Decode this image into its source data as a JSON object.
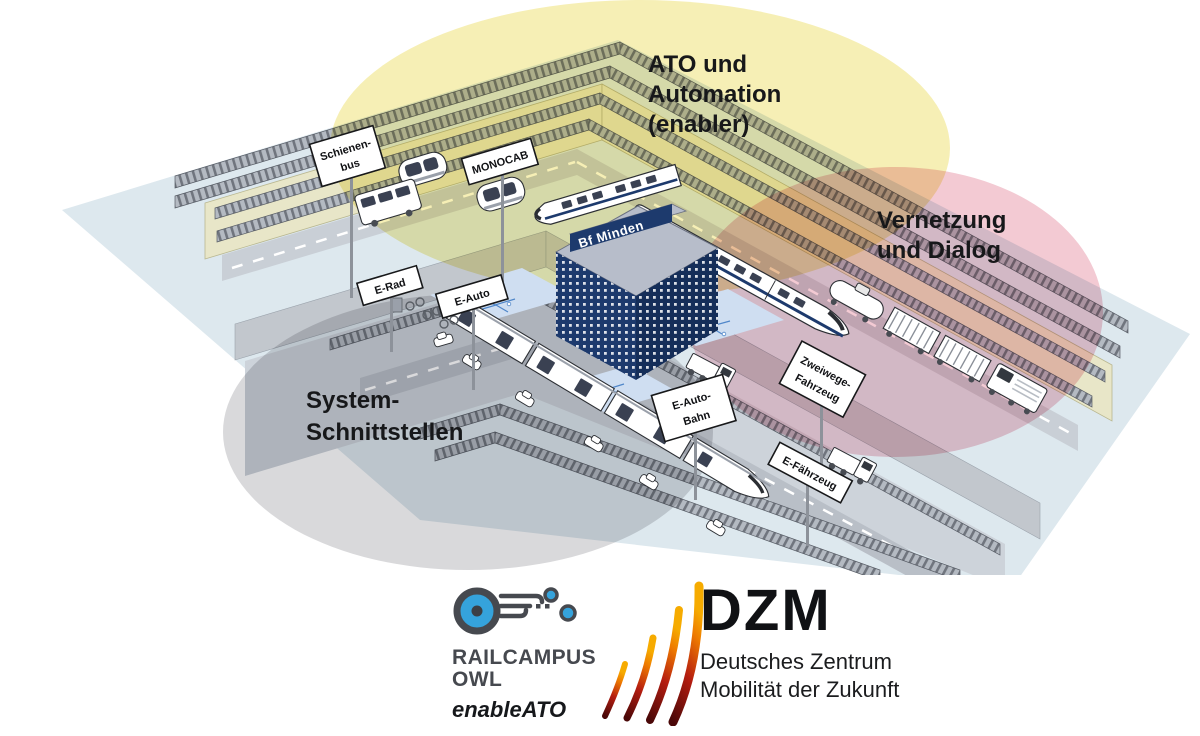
{
  "regions": {
    "ato": {
      "lines": [
        "ATO und",
        "Automation",
        "(enabler)"
      ],
      "color": "#f6efb5"
    },
    "vernetzung": {
      "lines": [
        "Vernetzung",
        "und Dialog"
      ],
      "color": "#f3cad3"
    },
    "system": {
      "lines": [
        "System-",
        "Schnittstellen"
      ],
      "color": "#d9d9db"
    }
  },
  "station": {
    "label": "Bf Minden"
  },
  "signs": {
    "schienenbus": {
      "lines": [
        "Schienen-",
        "bus"
      ]
    },
    "monocab": {
      "lines": [
        "MONOCAB"
      ]
    },
    "e_rad": {
      "lines": [
        "E-Rad"
      ]
    },
    "e_auto": {
      "lines": [
        "E-Auto"
      ]
    },
    "e_auto_bahn": {
      "lines": [
        "E-Auto-",
        "Bahn"
      ]
    },
    "zweiwege": {
      "lines": [
        "Zweiwege-",
        "Fahrzeug"
      ]
    },
    "e_faehrzeug": {
      "lines": [
        "E-Fährzeug"
      ]
    }
  },
  "logos": {
    "railcampus": {
      "name_line1": "RAILCAMPUS",
      "name_line2": "OWL",
      "tagline": "enableATO"
    },
    "dzm": {
      "abbr": "DZM",
      "subtitle_line1": "Deutsches Zentrum",
      "subtitle_line2": "Mobilität der Zukunft"
    }
  },
  "colors": {
    "region_ato": "#f6efb5",
    "region_vernetzung": "#f3cad3",
    "region_system": "#d9d9db",
    "station_navy": "#1d3a6d",
    "circuit_blue": "#4f86c9",
    "railcampus_blue": "#35a3dc",
    "dzm_orange": "#f07d00"
  }
}
